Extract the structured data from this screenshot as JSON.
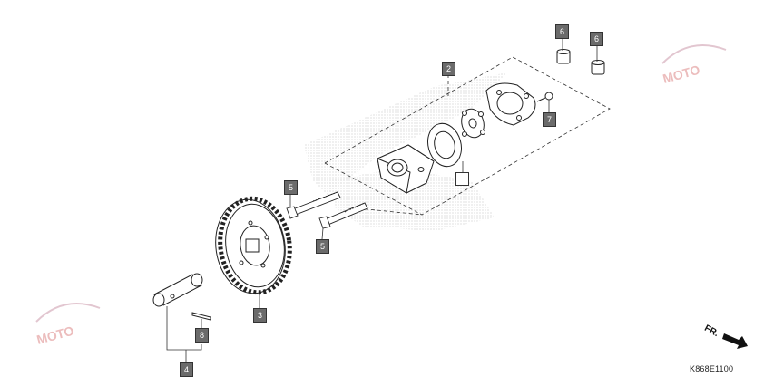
{
  "callouts": [
    {
      "id": "c2",
      "label": "2"
    },
    {
      "id": "c3",
      "label": "3"
    },
    {
      "id": "c4",
      "label": "4"
    },
    {
      "id": "c5a",
      "label": "5"
    },
    {
      "id": "c5b",
      "label": "5"
    },
    {
      "id": "c6a",
      "label": "6"
    },
    {
      "id": "c6b",
      "label": "6"
    },
    {
      "id": "c7",
      "label": "7"
    },
    {
      "id": "c8",
      "label": "8"
    }
  ],
  "direction": {
    "label": "FR."
  },
  "diagram_code": "K868E1100",
  "colors": {
    "line": "#222222",
    "callout_fill": "#6b6b6b",
    "stipple": "#bdbdbd"
  }
}
